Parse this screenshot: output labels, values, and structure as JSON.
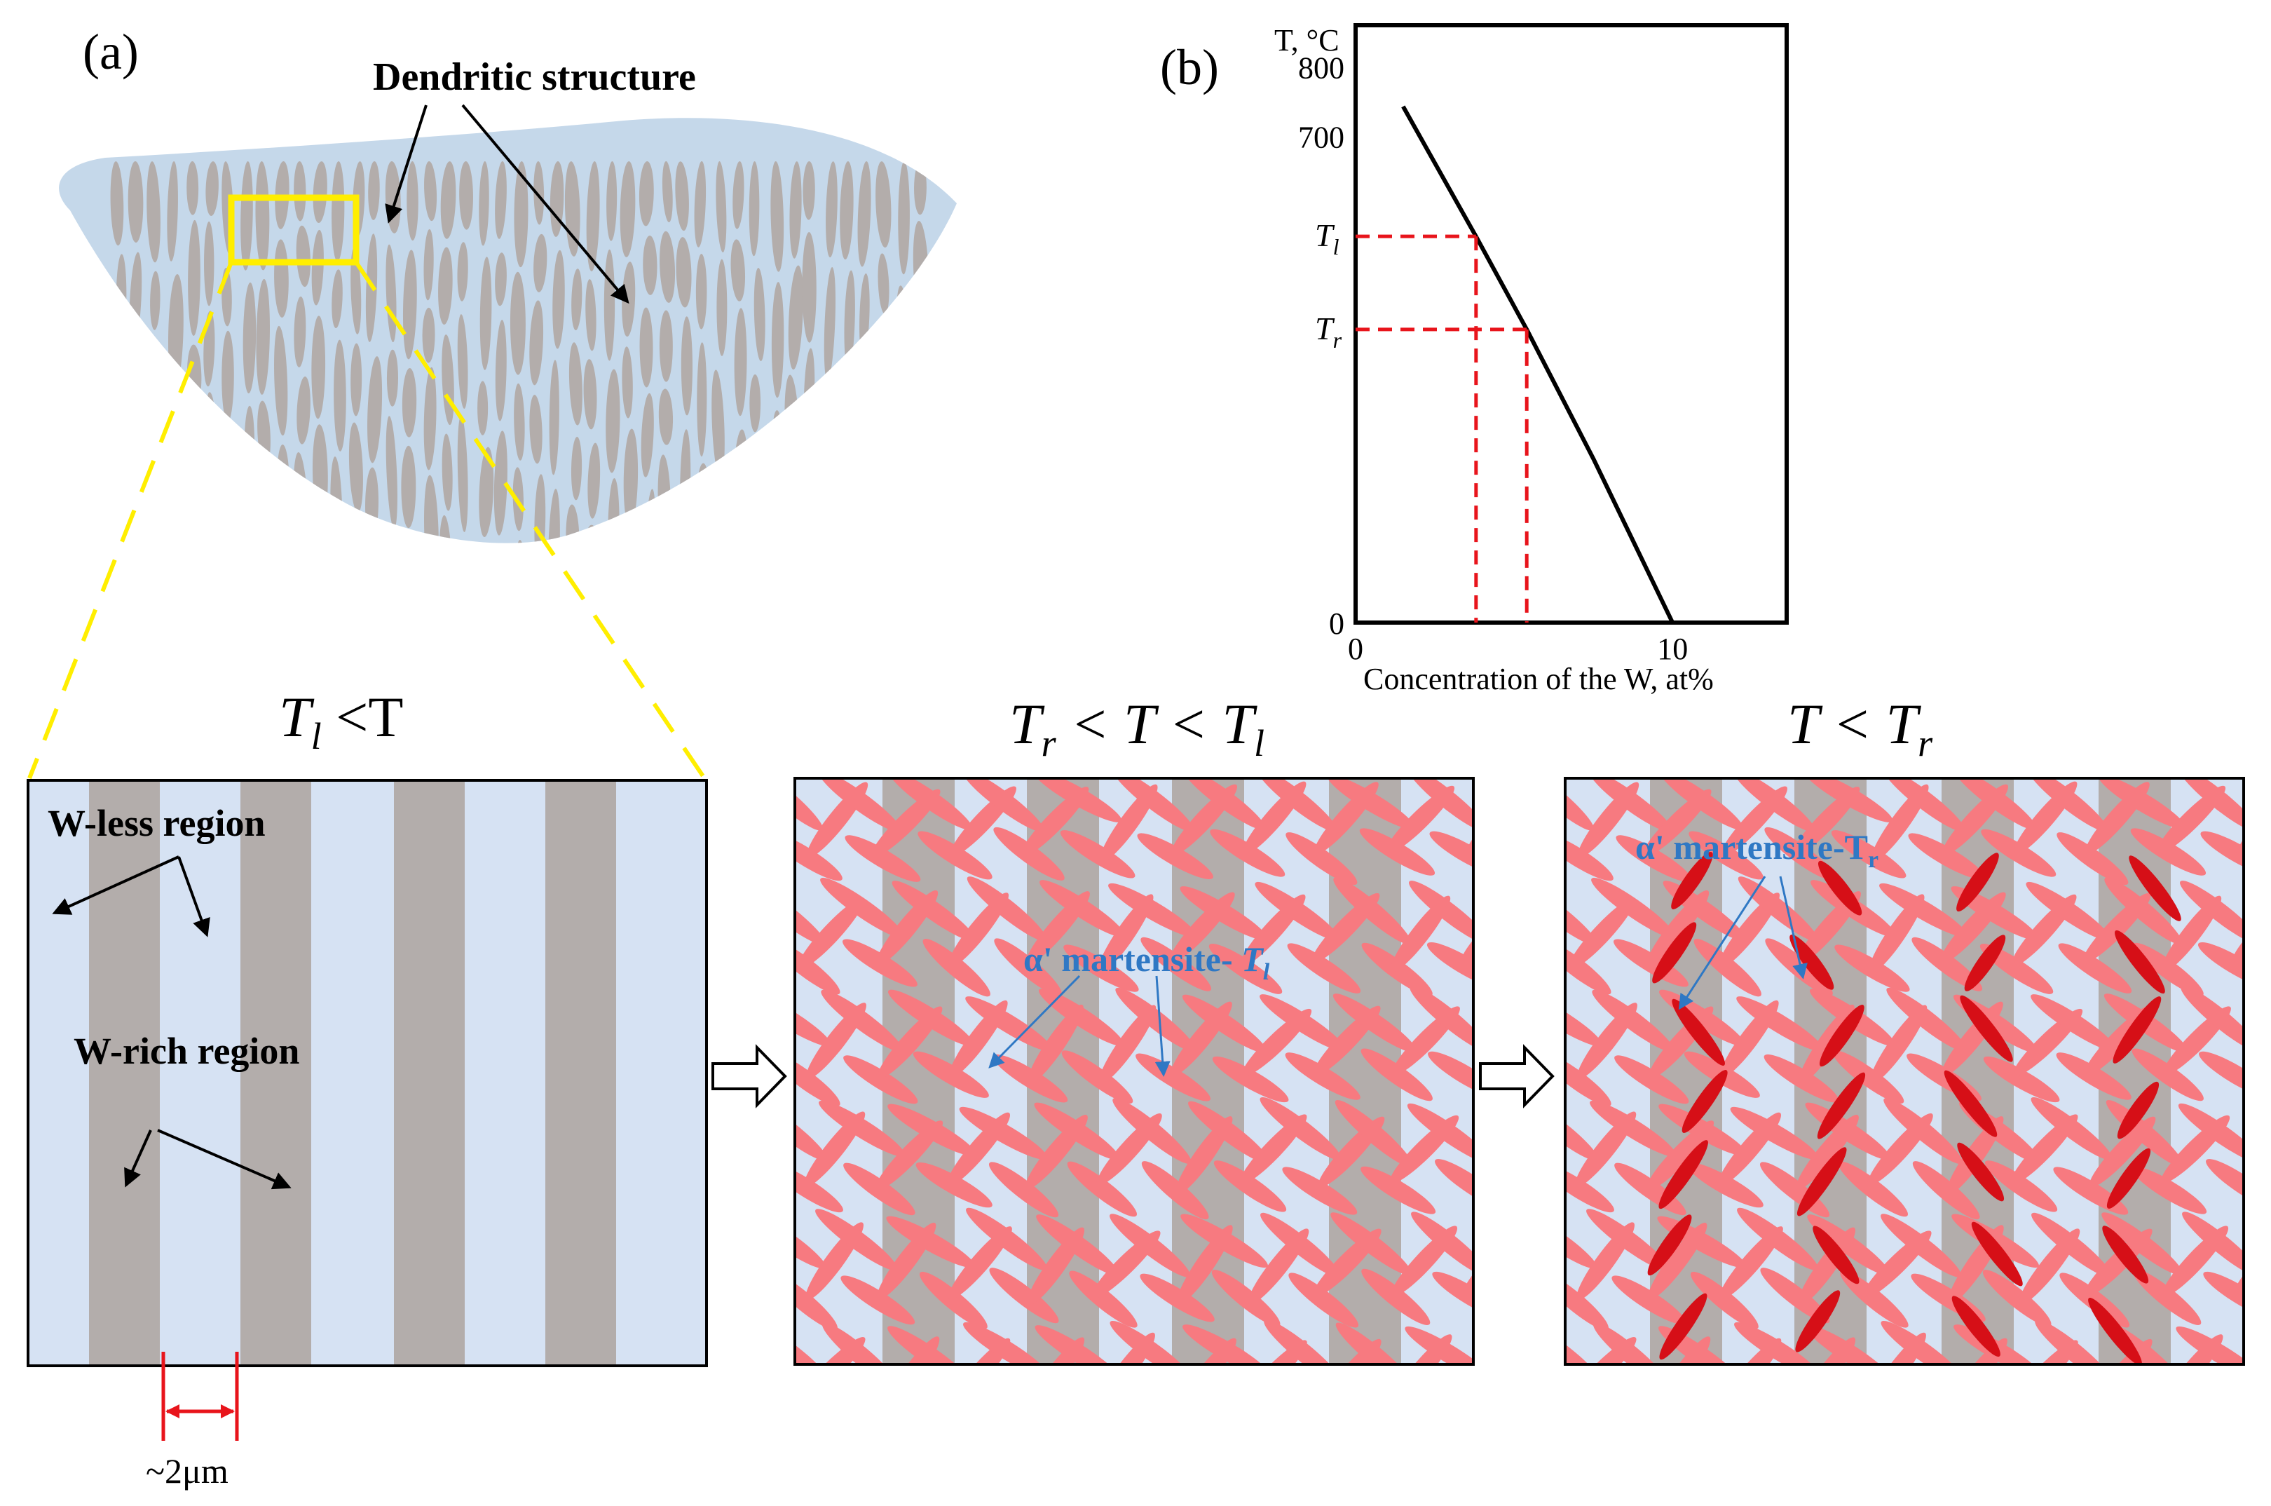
{
  "panel_a": {
    "label": "(a)",
    "dendrite_title": "Dendritic structure"
  },
  "panel_b": {
    "label": "(b)",
    "y_axis_label": "T, °C",
    "x_axis_label": "Concentration of the W, at%",
    "y_ticks": [
      "800",
      "700",
      "0"
    ],
    "x_ticks": [
      "0",
      "10"
    ],
    "tl_label": "T",
    "tl_sub": "l",
    "tr_label": "T",
    "tr_sub": "r"
  },
  "chart_data": {
    "type": "line",
    "xlabel": "Concentration of the W, at%",
    "ylabel": "T, °C",
    "xlim": [
      0,
      13.6
    ],
    "ylim": [
      0,
      860
    ],
    "series": [
      {
        "x": [
          1.5,
          3.8,
          5.4,
          7.5,
          10.0
        ],
        "y": [
          743,
          556,
          422,
          236,
          0
        ]
      }
    ],
    "markers": [
      {
        "name": "Tl",
        "x": 3.8,
        "y": 556
      },
      {
        "name": "Tr",
        "x": 5.4,
        "y": 422
      }
    ]
  },
  "stages": {
    "stage1_title": "T<sub>l</sub> <T",
    "stage2_title": "T<sub>r</sub> < T < T<sub>l</sub>",
    "stage3_title": "T < T<sub>r</sub>",
    "s1_t": "T",
    "s1_sub": "l",
    "s1_rest": " <T",
    "s2_a": "T",
    "s2_a_sub": "r",
    "s2_mid": " < T < ",
    "s2_b": "T",
    "s2_b_sub": "l",
    "s3_a": "T < ",
    "s3_b": "T",
    "s3_b_sub": "r"
  },
  "labels": {
    "w_less": "W-less region",
    "w_rich": "W-rich region",
    "spacing": "~2μm",
    "martensite_tl_prefix": "α' martensite- ",
    "martensite_tl_t": "T",
    "martensite_tl_sub": "l",
    "martensite_tr_prefix": "α' martensite-T",
    "martensite_tr_sub": "r"
  },
  "colors": {
    "matrix": "#d6e2f3",
    "dendrite_pool": "#c5d8ea",
    "w_rich_band": "#b3adab",
    "martensite_light": "#f77a80",
    "martensite_dark": "#d60f17",
    "blue_text": "#2f78c4",
    "highlight": "#ffee00",
    "guide_red": "#e8141b"
  }
}
